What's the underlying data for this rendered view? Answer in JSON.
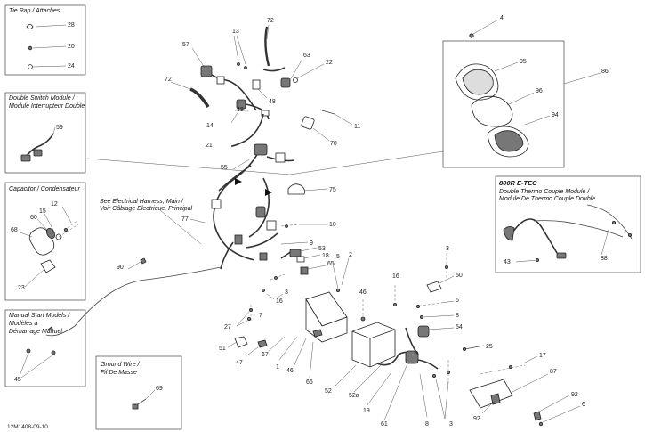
{
  "diagram_id": "12M1408-09-10",
  "boxes": {
    "tie_rap": {
      "title": "Tie Rap / Attaches",
      "parts": [
        "28",
        "20",
        "24"
      ]
    },
    "double_switch": {
      "title_line1": "Double Switch Module /",
      "title_line2": "Module Interrupteur Double",
      "parts": [
        "59"
      ]
    },
    "capacitor": {
      "title": "Capacitor / Condensateur",
      "parts": [
        "12",
        "15",
        "60",
        "68",
        "23"
      ]
    },
    "manual_start": {
      "title_line1": "Manual Start Models /",
      "title_line2": "Modèles à",
      "title_line3": "Démarrage Manuel",
      "parts": [
        "45"
      ]
    },
    "ground_wire": {
      "title_line1": "Ground Wire /",
      "title_line2": "Fil De Masse",
      "parts": [
        "69"
      ]
    },
    "etec": {
      "title": "800R E-TEC",
      "subtitle_line1": "Double Thermo Couple Module /",
      "subtitle_line2": "Module De Thermo Couple Double",
      "parts": [
        "43",
        "88"
      ]
    }
  },
  "harness_note": {
    "line1": "See Electrical Harness, Main /",
    "line2": "Voir Câblage Electrique, Principal"
  },
  "callouts": {
    "c13": "13",
    "c72a": "72",
    "c72b": "72",
    "c57": "57",
    "c63": "63",
    "c22": "22",
    "c48": "48",
    "c49": "49",
    "c14": "14",
    "c21": "21",
    "c11": "11",
    "c70": "70",
    "c4": "4",
    "c95": "95",
    "c96": "96",
    "c94": "94",
    "c86": "86",
    "c55": "55",
    "c75": "75",
    "c10": "10",
    "c77": "77",
    "c9": "9",
    "c53": "53",
    "c18": "18",
    "c65": "65",
    "c90": "90",
    "c2": "2",
    "c5": "5",
    "c3a": "3",
    "c50": "50",
    "c16a": "16",
    "c16b": "16",
    "c3b": "3",
    "c46a": "46",
    "c46b": "46",
    "c6a": "6",
    "c8a": "8",
    "c54": "54",
    "c25": "25",
    "c27": "27",
    "c7": "7",
    "c51": "51",
    "c47": "47",
    "c67": "67",
    "c1": "1",
    "c66": "66",
    "c52": "52",
    "c52a": "52a",
    "c19": "19",
    "c61": "61",
    "c8b": "8",
    "c3c": "3",
    "c17": "17",
    "c87": "87",
    "c92a": "92",
    "c92b": "92",
    "c6b": "6"
  }
}
